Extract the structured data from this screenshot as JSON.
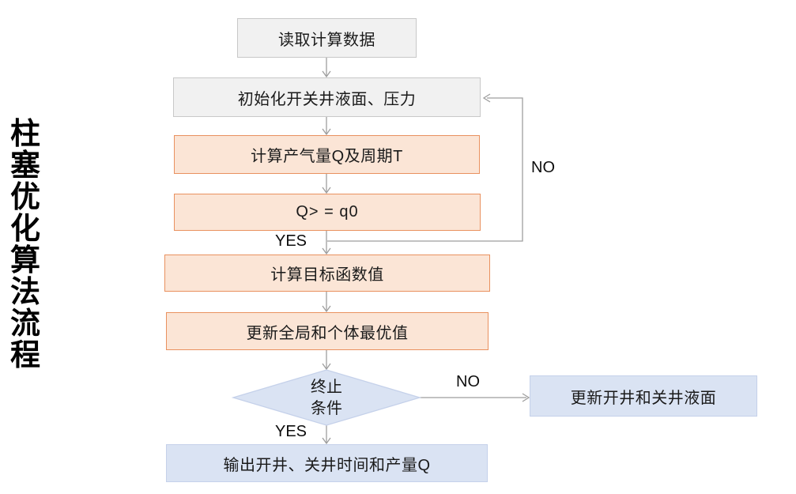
{
  "title": "柱塞优化算法流程",
  "flow": {
    "nodes": [
      {
        "id": "read-data",
        "label": "读取计算数据"
      },
      {
        "id": "init-levels",
        "label": "初始化开关井液面、压力"
      },
      {
        "id": "calc-gas",
        "label": "计算产气量Q及周期T"
      },
      {
        "id": "check-q",
        "label": "Q> = q0"
      },
      {
        "id": "calc-objective",
        "label": "计算目标函数值"
      },
      {
        "id": "update-best",
        "label": "更新全局和个体最优值"
      },
      {
        "id": "terminate-check",
        "label": "终止\n条件"
      },
      {
        "id": "update-well-levels",
        "label": "更新开井和关井液面"
      },
      {
        "id": "output-results",
        "label": "输出开井、关井时间和产量Q"
      }
    ],
    "branch_labels": {
      "q_yes": "YES",
      "q_no": "NO",
      "end_yes": "YES",
      "end_no": "NO"
    }
  },
  "colors": {
    "gray_fill": "#f1f1f1",
    "gray_border": "#c8c8c8",
    "orange_fill": "#fbe5d6",
    "orange_border": "#e9915f",
    "blue_fill": "#dae3f3",
    "blue_border": "#c5d1ea",
    "connector": "#9e9e9e",
    "text": "#1a1a1a"
  }
}
